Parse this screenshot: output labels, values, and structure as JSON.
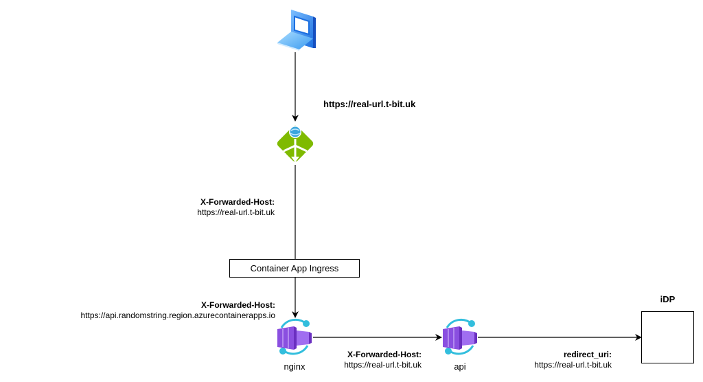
{
  "diagram": {
    "nodes": {
      "client": {
        "icon": "laptop-icon"
      },
      "gateway": {
        "icon": "application-gateway-icon"
      },
      "ingress": {
        "label": "Container App Ingress"
      },
      "nginx": {
        "label": "nginx",
        "icon": "container-app-icon"
      },
      "api": {
        "label": "api",
        "icon": "container-app-icon"
      },
      "idp": {
        "label": "iDP"
      }
    },
    "edges": {
      "client_to_gateway": {
        "title": "https://real-url.t-bit.uk"
      },
      "gateway_to_ingress": {
        "title": "X-Forwarded-Host:",
        "value": "https://real-url.t-bit.uk"
      },
      "ingress_to_nginx": {
        "title": "X-Forwarded-Host:",
        "value": "https://api.randomstring.region.azurecontainerapps.io"
      },
      "nginx_to_api": {
        "title": "X-Forwarded-Host:",
        "value": "https://real-url.t-bit.uk"
      },
      "api_to_idp": {
        "title": "redirect_uri:",
        "value": "https://real-url.t-bit.uk"
      }
    },
    "colors": {
      "laptop": "#3b8ff0",
      "gateway": "#7fba00",
      "container_purple": "#8a4fe0",
      "container_cyan": "#32bedd"
    }
  }
}
